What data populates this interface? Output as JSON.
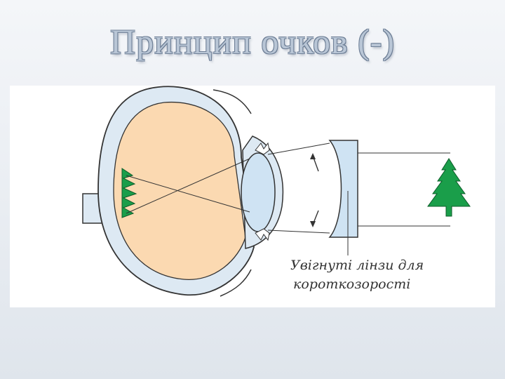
{
  "slide": {
    "title": "Принцип очков (-)"
  },
  "diagram": {
    "caption_line1": "Увігнуті лінзи для",
    "caption_line2": "короткозорості",
    "colors": {
      "eye_interior": "#fbd9b1",
      "eye_wall": "#dde9f3",
      "lens": "#cfe3f3",
      "tree": "#1a9e4a",
      "outline": "#333333"
    }
  }
}
